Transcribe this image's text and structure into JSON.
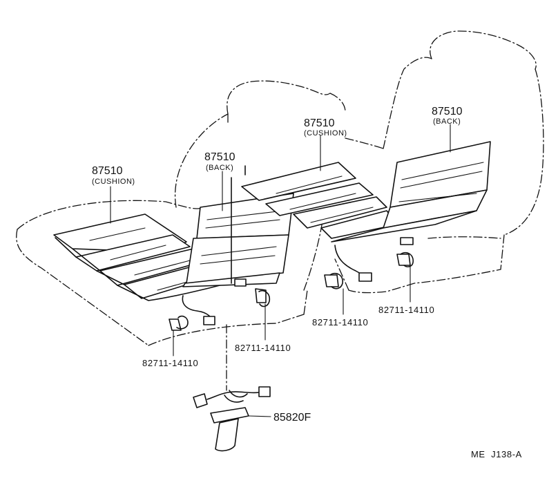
{
  "callouts": {
    "left_cushion": {
      "part": "87510",
      "note": "(CUSHION)"
    },
    "left_back": {
      "part": "87510",
      "note": "(BACK)"
    },
    "right_cushion": {
      "part": "87510",
      "note": "(CUSHION)"
    },
    "right_back": {
      "part": "87510",
      "note": "(BACK)"
    },
    "connector_left_front": "82711-14110",
    "connector_left_rear": "82711-14110",
    "connector_right_front": "82711-14110",
    "connector_right_rear": "82711-14110",
    "switch": "85820F"
  },
  "reference_code": "ME  J138-A"
}
